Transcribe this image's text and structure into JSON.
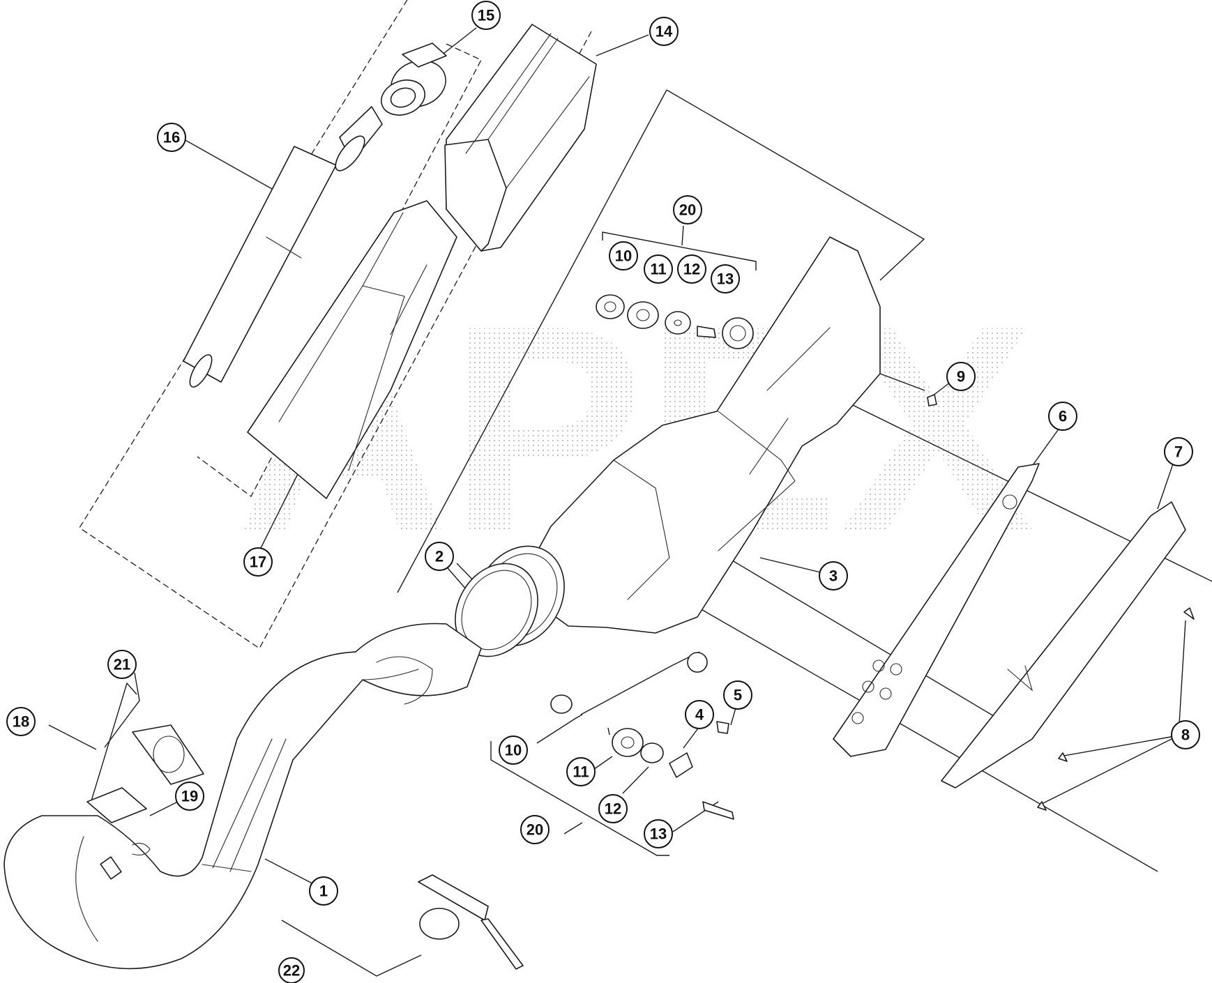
{
  "diagram": {
    "watermark": "APEX",
    "callouts": [
      {
        "id": "c1",
        "label": "1"
      },
      {
        "id": "c2",
        "label": "2"
      },
      {
        "id": "c3",
        "label": "3"
      },
      {
        "id": "c4",
        "label": "4"
      },
      {
        "id": "c5",
        "label": "5"
      },
      {
        "id": "c6",
        "label": "6"
      },
      {
        "id": "c7",
        "label": "7"
      },
      {
        "id": "c8",
        "label": "8"
      },
      {
        "id": "c9",
        "label": "9"
      },
      {
        "id": "c10a",
        "label": "10"
      },
      {
        "id": "c10b",
        "label": "10"
      },
      {
        "id": "c11a",
        "label": "11"
      },
      {
        "id": "c11b",
        "label": "11"
      },
      {
        "id": "c12a",
        "label": "12"
      },
      {
        "id": "c12b",
        "label": "12"
      },
      {
        "id": "c13a",
        "label": "13"
      },
      {
        "id": "c13b",
        "label": "13"
      },
      {
        "id": "c14",
        "label": "14"
      },
      {
        "id": "c15",
        "label": "15"
      },
      {
        "id": "c16",
        "label": "16"
      },
      {
        "id": "c17",
        "label": "17"
      },
      {
        "id": "c18",
        "label": "18"
      },
      {
        "id": "c19",
        "label": "19"
      },
      {
        "id": "c20a",
        "label": "20"
      },
      {
        "id": "c20b",
        "label": "20"
      },
      {
        "id": "c21",
        "label": "21"
      },
      {
        "id": "c22",
        "label": "22"
      }
    ]
  }
}
